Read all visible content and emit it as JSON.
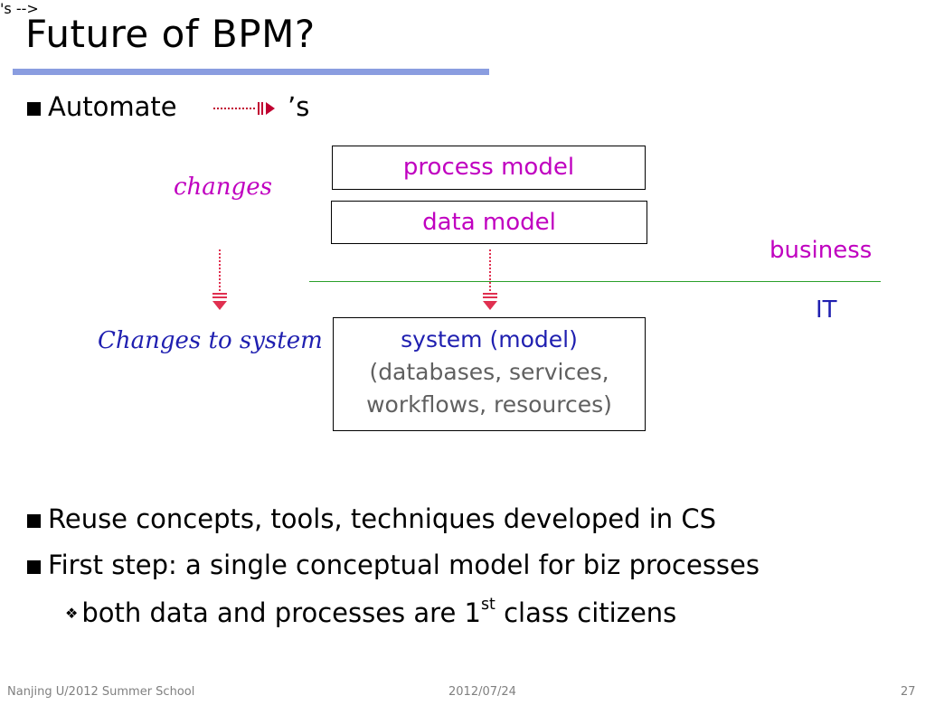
{
  "slide": {
    "title": "Future of BPM?",
    "bullet_automate": {
      "word": "Automate",
      "suffix": "’s"
    },
    "diagram": {
      "changes_label": "changes",
      "process_model": "process model",
      "data_model": "data model",
      "business_label": "business",
      "it_label": "IT",
      "changes_to_system_label": "Changes to system",
      "system_model": "system (model)",
      "system_detail_line1": "(databases, services,",
      "system_detail_line2": "workflows, resources)"
    },
    "bullets": [
      "Reuse concepts, tools, techniques developed in CS",
      "First step: a single conceptual model for biz processes"
    ],
    "sub_bullet": {
      "pre": "both data and processes are 1",
      "sup": "st",
      "post": " class citizens"
    }
  },
  "footer": {
    "left": "Nanjing U/2012 Summer School",
    "center": "2012/07/24",
    "page": "27"
  },
  "colors": {
    "title_underline": "#8a9de0",
    "magenta": "#c000c0",
    "blue": "#1f1fb0",
    "arrow_red": "#e03050",
    "divider_green": "#2aa02a",
    "detail_gray": "#606060",
    "footer_gray": "#808080"
  }
}
